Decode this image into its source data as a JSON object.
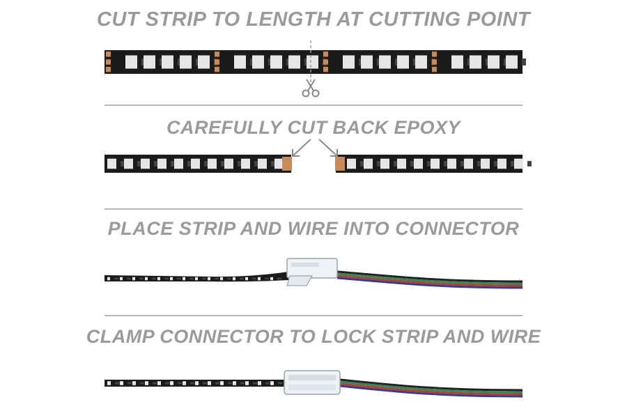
{
  "steps": [
    {
      "instruction": "CUT STRIP TO LENGTH AT CUTTING POINT"
    },
    {
      "instruction": "CAREFULLY CUT BACK EPOXY"
    },
    {
      "instruction": "PLACE STRIP AND WIRE INTO CONNECTOR"
    },
    {
      "instruction": "CLAMP CONNECTOR TO LOCK STRIP AND WIRE"
    }
  ],
  "colors": {
    "heading_text": "#9a9a9a",
    "divider": "#b8b8b8",
    "strip": "#1b1b1b",
    "copper_pad": "#c98a5a",
    "led_body": "#e6e6e6",
    "wire_red": "#c0392b",
    "wire_green": "#2e8b57",
    "wire_blue": "#2c3e9a",
    "wire_black": "#222222"
  },
  "icons": [
    "scissors-icon",
    "arrow-icon"
  ]
}
